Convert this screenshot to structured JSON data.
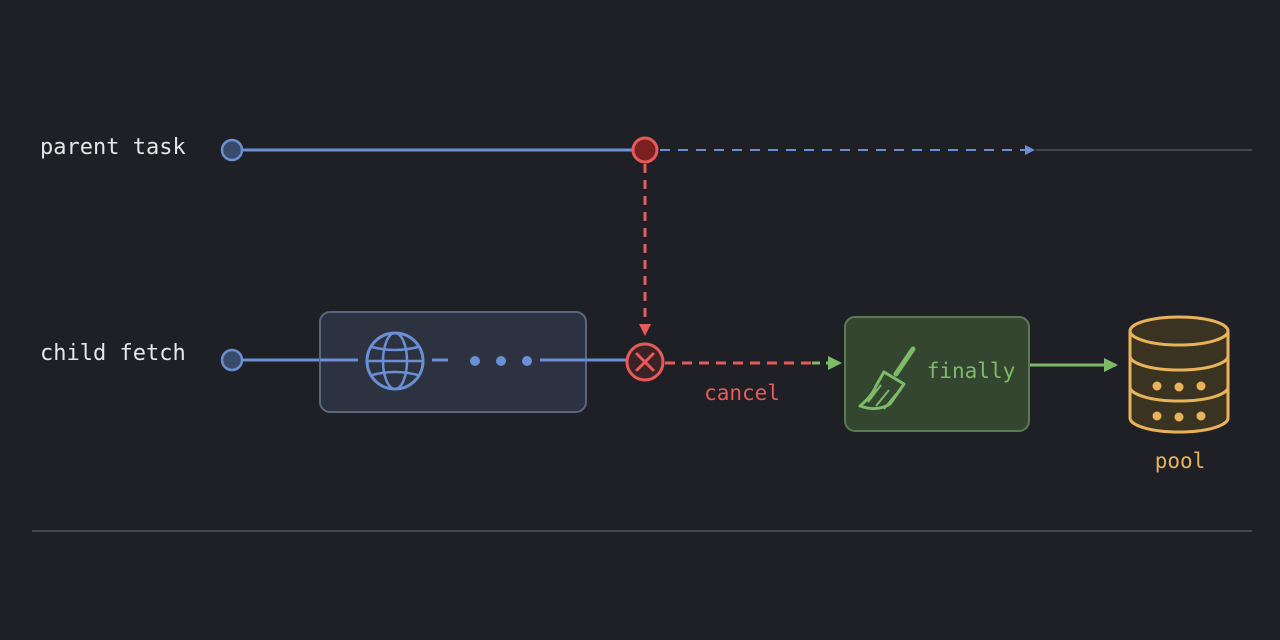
{
  "lanes": {
    "parent": {
      "label": "parent task"
    },
    "child": {
      "label": "child fetch"
    }
  },
  "events": {
    "cancel_label": "cancel",
    "finally_label": "finally",
    "pool_label": "pool"
  },
  "colors": {
    "background": "#1e2026",
    "parent_line": "#6b8fd4",
    "cancel": "#e85a5a",
    "cancel_node_fill": "#7a2020",
    "finally": "#7dbb68",
    "pool": "#e8b35a",
    "text": "#e6e6e6",
    "divider": "#44464c"
  }
}
